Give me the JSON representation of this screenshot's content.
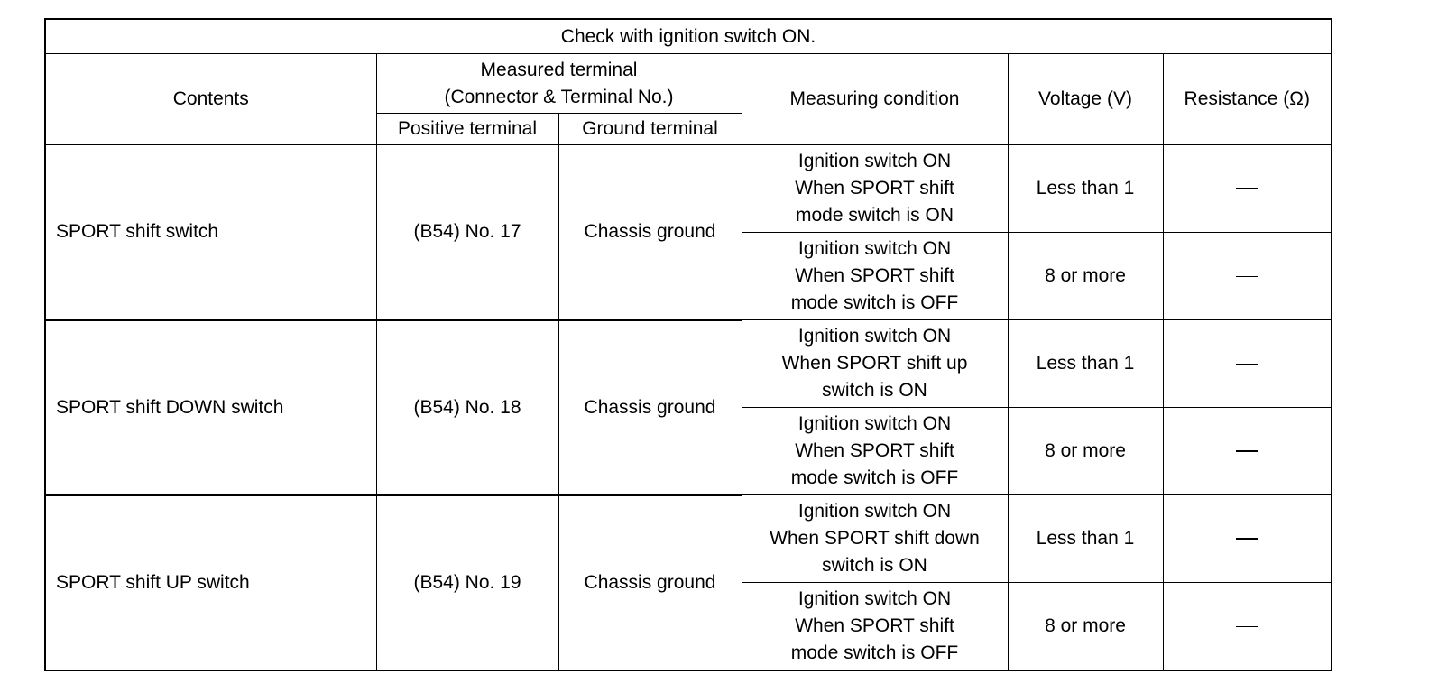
{
  "table": {
    "title": "Check with ignition switch ON.",
    "headers": {
      "contents": "Contents",
      "measured_terminal_line1": "Measured terminal",
      "measured_terminal_line2": "(Connector & Terminal No.)",
      "positive_terminal": "Positive terminal",
      "ground_terminal": "Ground terminal",
      "measuring_condition": "Measuring condition",
      "voltage": "Voltage (V)",
      "resistance": "Resistance (Ω)"
    },
    "groups": [
      {
        "contents": "SPORT shift switch",
        "positive": "(B54) No. 17",
        "ground": "Chassis ground",
        "conditions": [
          {
            "lines": [
              "Ignition switch ON",
              "When SPORT shift",
              "mode switch is ON"
            ],
            "voltage": "Less than 1",
            "resistance": "—"
          },
          {
            "lines": [
              "Ignition switch ON",
              "When SPORT shift",
              "mode switch is OFF"
            ],
            "voltage": "8 or more",
            "resistance": "—"
          }
        ]
      },
      {
        "contents": "SPORT shift DOWN switch",
        "positive": "(B54) No. 18",
        "ground": "Chassis ground",
        "conditions": [
          {
            "lines": [
              "Ignition switch ON",
              "When SPORT shift up",
              "switch is ON"
            ],
            "voltage": "Less than 1",
            "resistance": "—"
          },
          {
            "lines": [
              "Ignition switch ON",
              "When SPORT shift",
              "mode switch is OFF"
            ],
            "voltage": "8 or more",
            "resistance": "—"
          }
        ]
      },
      {
        "contents": "SPORT shift UP switch",
        "positive": "(B54) No. 19",
        "ground": "Chassis ground",
        "conditions": [
          {
            "lines": [
              "Ignition switch ON",
              "When SPORT shift down",
              "switch is ON"
            ],
            "voltage": "Less than 1",
            "resistance": "—"
          },
          {
            "lines": [
              "Ignition switch ON",
              "When SPORT shift",
              "mode switch is OFF"
            ],
            "voltage": "8 or more",
            "resistance": "—"
          }
        ]
      }
    ]
  }
}
